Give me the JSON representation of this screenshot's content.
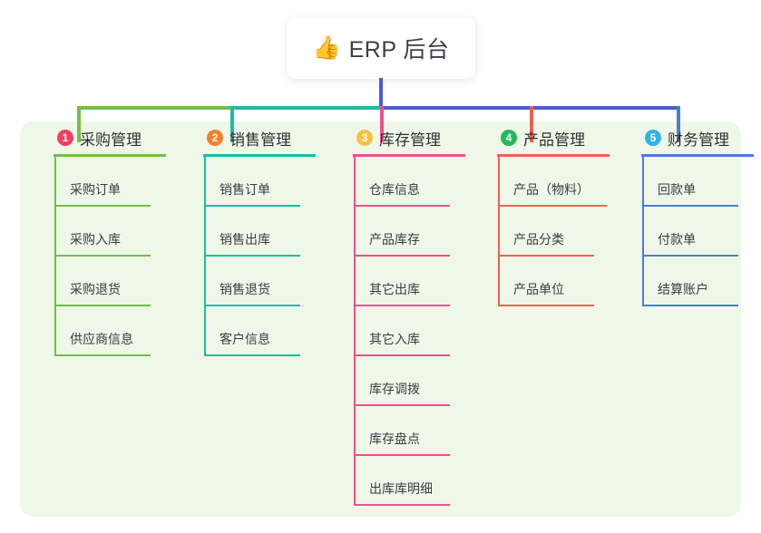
{
  "root": {
    "icon": "thumbs-up-icon",
    "emoji": "👍",
    "title": "ERP 后台"
  },
  "palette": {
    "panel_bg": "#eff7e9",
    "card_bg": "#ffffff",
    "root_connector": "#4d5bd0",
    "text": "#2f3035"
  },
  "branches": [
    {
      "index": "1",
      "title": "采购管理",
      "badge_color": "#ef415f",
      "line_color": "#72bf44",
      "items": [
        "采购订单",
        "采购入库",
        "采购退货",
        "供应商信息"
      ]
    },
    {
      "index": "2",
      "title": "销售管理",
      "badge_color": "#f2802c",
      "line_color": "#17bfa4",
      "items": [
        "销售订单",
        "销售出库",
        "销售退货",
        "客户信息"
      ]
    },
    {
      "index": "3",
      "title": "库存管理",
      "badge_color": "#f5c243",
      "line_color": "#ee4f8c",
      "items": [
        "仓库信息",
        "产品库存",
        "其它出库",
        "其它入库",
        "库存调拨",
        "库存盘点",
        "出库库明细"
      ]
    },
    {
      "index": "4",
      "title": "产品管理",
      "badge_color": "#22ba5a",
      "line_color": "#f0604f",
      "items": [
        "产品（物料）",
        "产品分类",
        "产品单位"
      ]
    },
    {
      "index": "5",
      "title": "财务管理",
      "badge_color": "#2eb4e8",
      "line_color": "#4d7bd0",
      "items": [
        "回款单",
        "付款单",
        "结算账户"
      ]
    }
  ],
  "connectors": {
    "segment_1_color": "#72bf44",
    "segment_2_color": "#17bfa4",
    "segment_3_color": "#4d5bd0",
    "drop_colors": [
      "#72bf44",
      "#17bfa4",
      "#ee4f8c",
      "#f0604f",
      "#4d7bd0"
    ]
  }
}
